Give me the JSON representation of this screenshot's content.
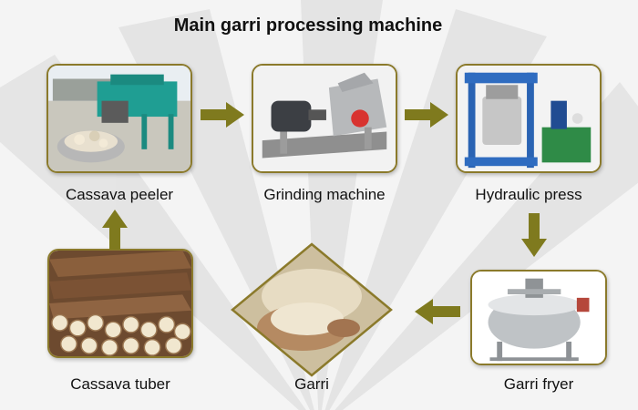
{
  "title": "Main garri processing machine",
  "steps": [
    {
      "label": "Cassava peeler",
      "icon": "peeler-machine-photo"
    },
    {
      "label": "Grinding machine",
      "icon": "grinding-machine-photo"
    },
    {
      "label": "Hydraulic press",
      "icon": "hydraulic-press-photo"
    },
    {
      "label": "Garri fryer",
      "icon": "garri-fryer-photo"
    },
    {
      "label": "Garri",
      "icon": "garri-photo"
    },
    {
      "label": "Cassava tuber",
      "icon": "cassava-tuber-photo"
    }
  ],
  "colors": {
    "frame": "#8b7a2b",
    "arrow": "#7f7a1e",
    "background": "#f4f4f4"
  }
}
